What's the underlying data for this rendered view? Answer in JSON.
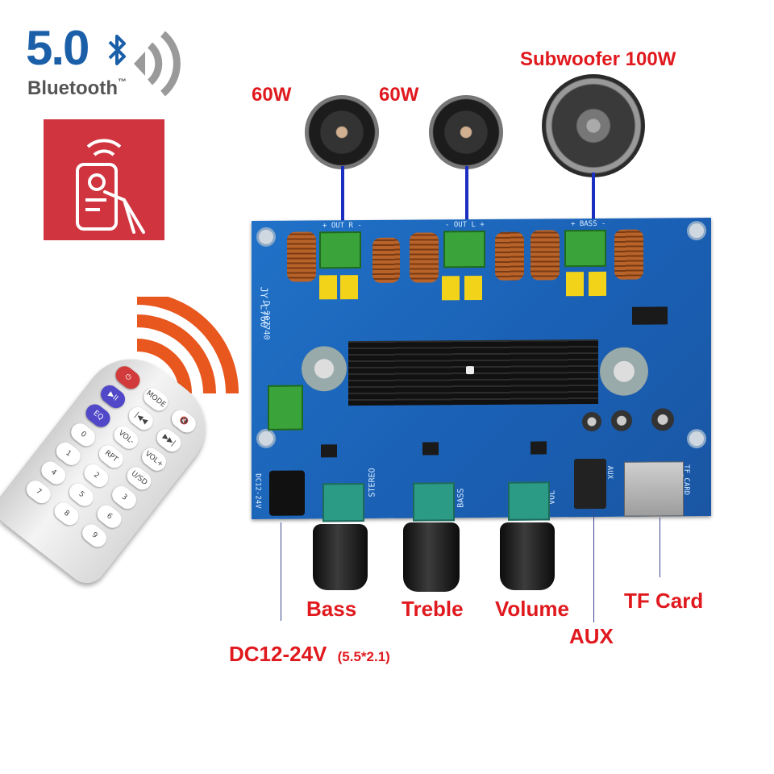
{
  "bluetooth": {
    "version": "5.0",
    "brand": "Bluetooth",
    "trademark": "™"
  },
  "labels": {
    "speaker_left": "60W",
    "speaker_right": "60W",
    "subwoofer": "Subwoofer 100W",
    "bass": "Bass",
    "treble": "Treble",
    "volume": "Volume",
    "tf_card": "TF Card",
    "aux": "AUX",
    "dc_power": "DC12-24V",
    "dc_plug": "(5.5*2.1)"
  },
  "board": {
    "model": "JY-L760",
    "revision": "D-20Z740",
    "silk_dc": "DC12-24V",
    "silk_stereo": "STEREO",
    "silk_bass": "BASS",
    "silk_vol": "VOL",
    "silk_aux": "AUX",
    "silk_tf": "TF_CARD",
    "silk_ch_left": "+ OUT R -",
    "silk_ch_mid": "- OUT L +",
    "silk_ch_right": "+ BASS -"
  },
  "remote": {
    "buttons": [
      "⏻",
      "MODE",
      "🔇",
      "▶II",
      "|◀◀",
      "▶▶|",
      "EQ",
      "VOL-",
      "VOL+",
      "0",
      "RPT",
      "U/SD",
      "1",
      "2",
      "3",
      "4",
      "5",
      "6",
      "7",
      "8",
      "9"
    ]
  },
  "colors": {
    "label_red": "#e0191e",
    "pcb_blue": "#1b63b8",
    "bluetooth_blue": "#1a5fa8",
    "remote_panel": "#d0343f",
    "wire_blue": "#1a2fbf"
  },
  "icons": {
    "bluetooth": "bluetooth-icon",
    "wireless": "wireless-signal-icon",
    "remote_panel": "remote-control-icon"
  }
}
